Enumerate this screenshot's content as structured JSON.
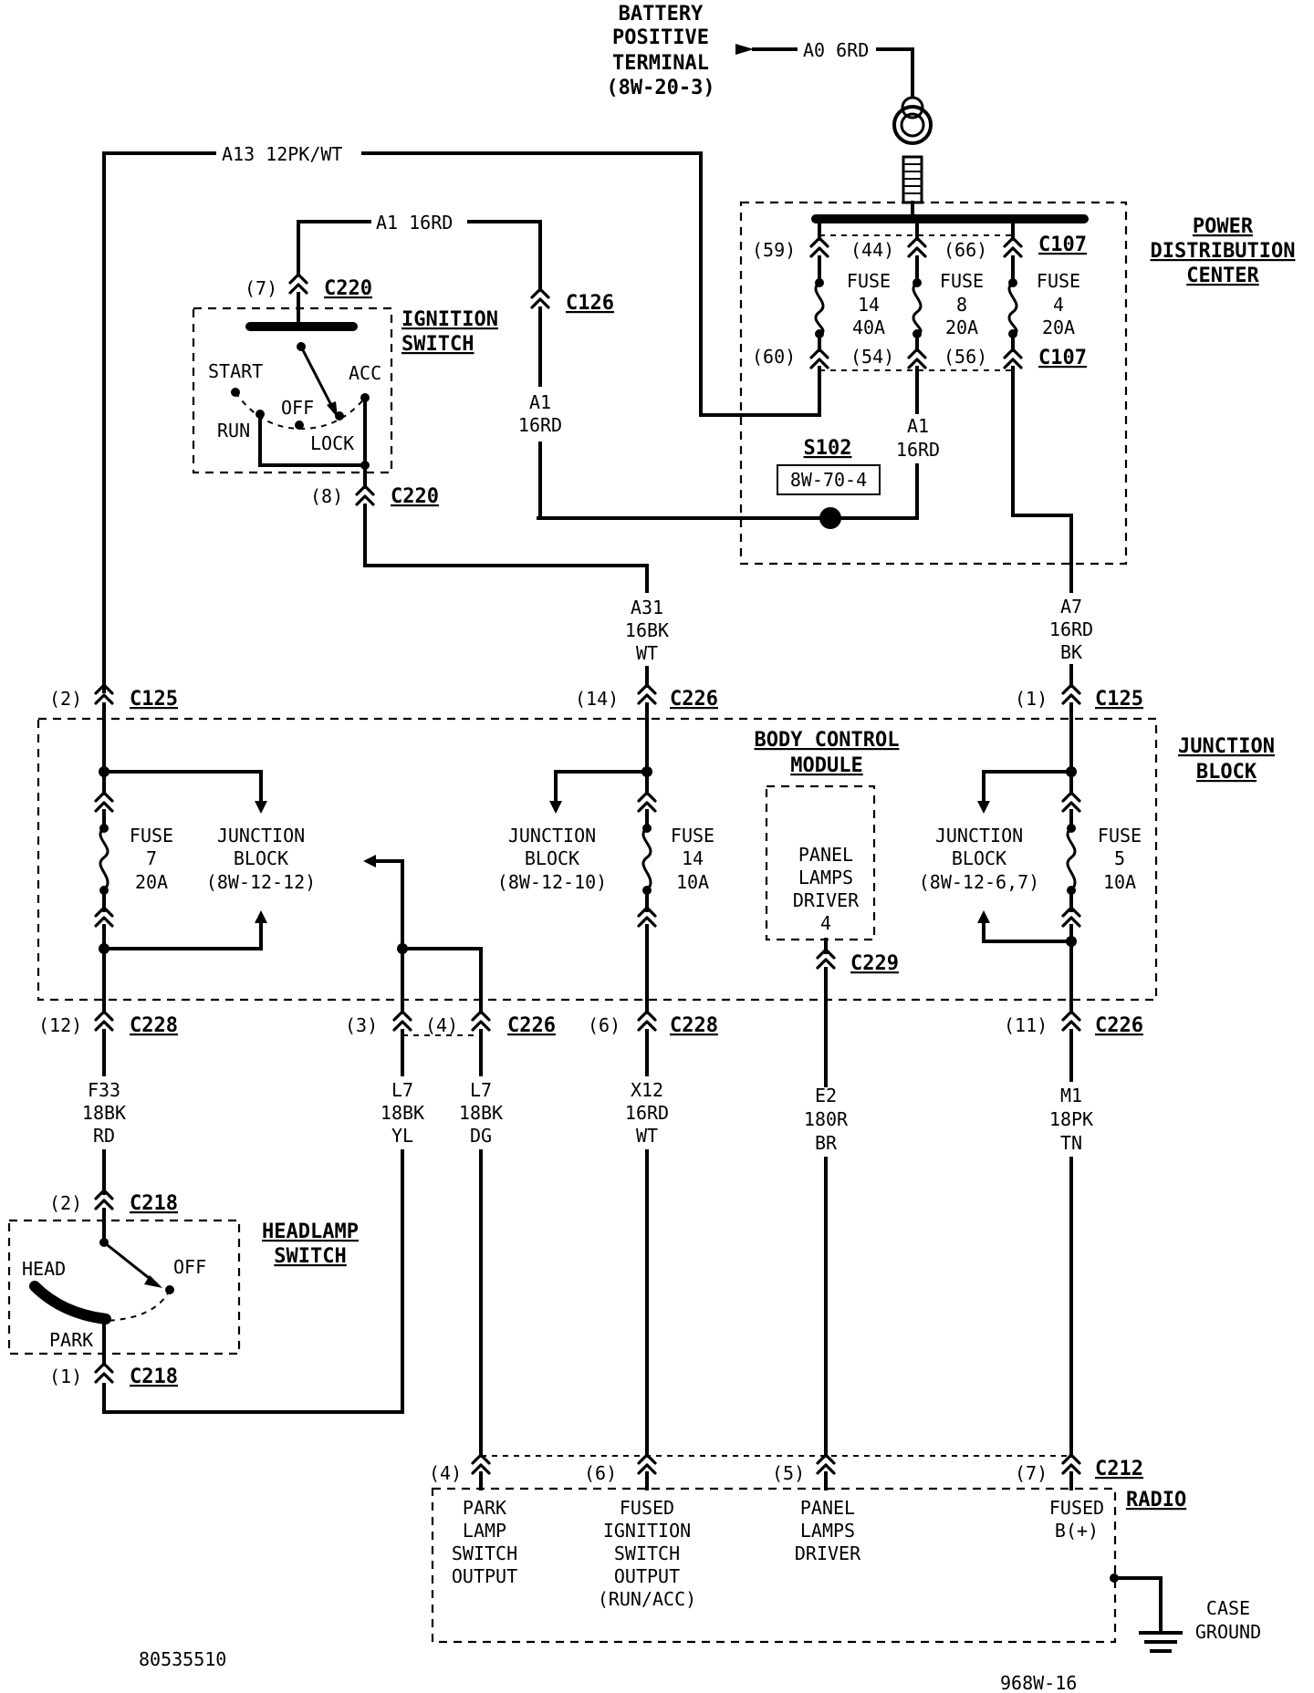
{
  "battery": {
    "lines": [
      "BATTERY",
      "POSITIVE",
      "TERMINAL",
      "(8W-20-3)"
    ],
    "wire": "A0 6RD"
  },
  "wires": {
    "a13": "A13 12PK/WT",
    "a1_top": "A1 16RD",
    "a1_left": [
      "A1",
      "16RD"
    ],
    "a1_right": [
      "A1",
      "16RD"
    ],
    "a31": [
      "A31",
      "16BK",
      "WT"
    ],
    "a7": [
      "A7",
      "16RD",
      "BK"
    ],
    "f33": [
      "F33",
      "18BK",
      "RD"
    ],
    "l7_yl": [
      "L7",
      "18BK",
      "YL"
    ],
    "l7_dg": [
      "L7",
      "18BK",
      "DG"
    ],
    "x12": [
      "X12",
      "16RD",
      "WT"
    ],
    "e2": [
      "E2",
      "180R",
      "BR"
    ],
    "m1": [
      "M1",
      "18PK",
      "TN"
    ]
  },
  "power_distribution_center": {
    "title": [
      "POWER",
      "DISTRIBUTION",
      "CENTER"
    ],
    "connector": "C107",
    "fuses": [
      {
        "label": [
          "FUSE",
          "14",
          "40A"
        ],
        "pin_top": "(59)",
        "pin_bottom": "(60)"
      },
      {
        "label": [
          "FUSE",
          "8",
          "20A"
        ],
        "pin_top": "(44)",
        "pin_bottom": "(54)"
      },
      {
        "label": [
          "FUSE",
          "4",
          "20A"
        ],
        "pin_top": "(66)",
        "pin_bottom": "(56)"
      }
    ],
    "splice": "S102",
    "splice_ref": "8W-70-4"
  },
  "ignition_switch": {
    "title": [
      "IGNITION",
      "SWITCH"
    ],
    "positions": [
      "START",
      "ACC",
      "OFF",
      "RUN",
      "LOCK"
    ],
    "c220_top_pin": "(7)",
    "c220_bottom_pin": "(8)",
    "connector": "C220"
  },
  "c126": "C126",
  "junction_block": {
    "title": [
      "JUNCTION",
      "BLOCK"
    ],
    "fuse7": [
      "FUSE",
      "7",
      "20A"
    ],
    "fuse14": [
      "FUSE",
      "14",
      "10A"
    ],
    "fuse5": [
      "FUSE",
      "5",
      "10A"
    ],
    "jb_ref_1": [
      "JUNCTION",
      "BLOCK",
      "(8W-12-12)"
    ],
    "jb_ref_2": [
      "JUNCTION",
      "BLOCK",
      "(8W-12-10)"
    ],
    "jb_ref_3": [
      "JUNCTION",
      "BLOCK",
      "(8W-12-6,7)"
    ]
  },
  "body_control_module": {
    "title": [
      "BODY CONTROL",
      "MODULE"
    ],
    "driver": [
      "PANEL",
      "LAMPS",
      "DRIVER",
      "4"
    ],
    "connector": "C229"
  },
  "connectors": {
    "c125_left": {
      "pin": "(2)",
      "name": "C125"
    },
    "c226_mid": {
      "pin": "(14)",
      "name": "C226"
    },
    "c125_right": {
      "pin": "(1)",
      "name": "C125"
    },
    "c228_left": {
      "pin": "(12)",
      "name": "C228"
    },
    "c226_l7": {
      "pin_a": "(3)",
      "pin_b": "(4)",
      "name": "C226"
    },
    "c228_mid": {
      "pin": "(6)",
      "name": "C228"
    },
    "c226_right": {
      "pin": "(11)",
      "name": "C226"
    },
    "c218_top": {
      "pin": "(2)",
      "name": "C218"
    },
    "c218_bottom": {
      "pin": "(1)",
      "name": "C218"
    }
  },
  "headlamp_switch": {
    "title": [
      "HEADLAMP",
      "SWITCH"
    ],
    "positions": [
      "HEAD",
      "OFF",
      "PARK"
    ]
  },
  "radio": {
    "title": "RADIO",
    "connector": "C212",
    "pins": [
      {
        "pin": "(4)",
        "label": [
          "PARK",
          "LAMP",
          "SWITCH",
          "OUTPUT"
        ]
      },
      {
        "pin": "(6)",
        "label": [
          "FUSED",
          "IGNITION",
          "SWITCH",
          "OUTPUT",
          "(RUN/ACC)"
        ]
      },
      {
        "pin": "(5)",
        "label": [
          "PANEL",
          "LAMPS",
          "DRIVER"
        ]
      },
      {
        "pin": "(7)",
        "label": [
          "FUSED",
          "B(+)"
        ]
      }
    ],
    "ground": [
      "CASE",
      "GROUND"
    ]
  },
  "footer": {
    "left_code": "80535510",
    "right_code": "968W-16"
  }
}
